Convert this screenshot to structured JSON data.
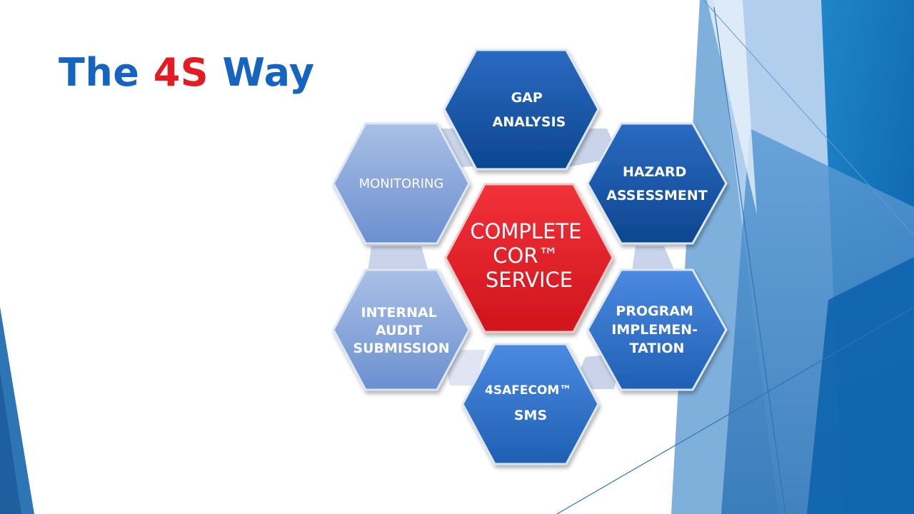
{
  "title": {
    "part1": "The ",
    "accent": "4S",
    "part2": " Way"
  },
  "colors": {
    "title_blue": "#1565c0",
    "accent_red": "#e31b23",
    "hex_dark": "#114d97",
    "hex_medium": "#2f72c9",
    "hex_light": "#8aa8d8",
    "center_red": "#e31b23"
  },
  "diagram": {
    "center": {
      "lines": [
        "COMPLETE",
        "COR™",
        "SERVICE"
      ]
    },
    "nodes": [
      {
        "id": "gap-analysis",
        "lines": [
          "GAP",
          "ANALYSIS"
        ]
      },
      {
        "id": "hazard-assessment",
        "lines": [
          "HAZARD",
          "ASSESSMENT"
        ]
      },
      {
        "id": "program-implementation",
        "lines": [
          "PROGRAM",
          "IMPLEMEN-",
          "TATION"
        ]
      },
      {
        "id": "sms",
        "lines": [
          "4SAFECOM™",
          "SMS"
        ]
      },
      {
        "id": "internal-audit-submission",
        "lines": [
          "INTERNAL",
          "AUDIT",
          "SUBMISSION"
        ]
      },
      {
        "id": "monitoring",
        "lines": [
          "MONITORING"
        ]
      }
    ]
  }
}
